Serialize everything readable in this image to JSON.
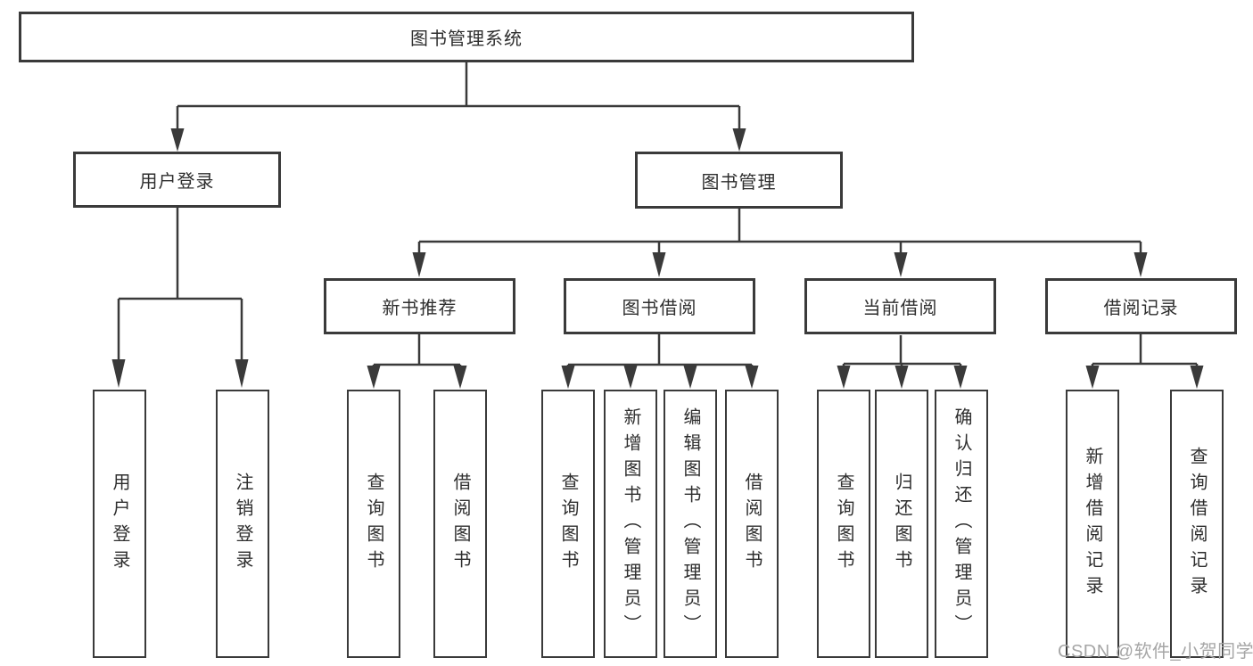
{
  "diagram": {
    "title_node": "图书管理系统",
    "level2": {
      "user_login": "用户登录",
      "book_management": "图书管理"
    },
    "level3": {
      "new_book_recommend": "新书推荐",
      "book_borrow": "图书借阅",
      "current_borrow": "当前借阅",
      "borrow_records": "借阅记录"
    },
    "leaves": {
      "user_login": [
        "用户登录",
        "注销登录"
      ],
      "new_book_recommend": [
        "查询图书",
        "借阅图书"
      ],
      "book_borrow": [
        "查询图书",
        "新增图书（管理员）",
        "编辑图书（管理员）",
        "借阅图书"
      ],
      "current_borrow": [
        "查询图书",
        "归还图书",
        "确认归还（管理员）"
      ],
      "borrow_records": [
        "新增借阅记录",
        "查询借阅记录"
      ]
    }
  },
  "watermark": "CSDN @软件_小贺同学",
  "colors": {
    "line": "#3a3a3a",
    "box_border": "#3a3a3a",
    "text": "#2e2e2e",
    "watermark": "#a6a6a6",
    "background": "#ffffff"
  }
}
